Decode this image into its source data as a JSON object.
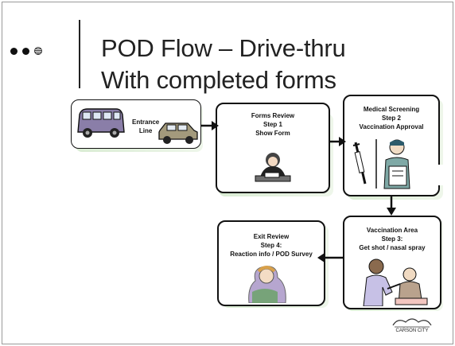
{
  "slide": {
    "title_line1": "POD Flow – Drive-thru",
    "title_line2": "With completed forms"
  },
  "steps": {
    "entrance": {
      "label_line1": "Entrance",
      "label_line2": "Line"
    },
    "forms_review": {
      "title": "Forms Review",
      "step": "Step 1",
      "desc": "Show Form"
    },
    "medical_screening": {
      "title": "Medical Screening",
      "step": "Step 2",
      "desc": "Vaccination Approval"
    },
    "vaccination_area": {
      "title": "Vaccination Area",
      "step": "Step 3:",
      "desc": "Get shot / nasal spray"
    },
    "exit_review": {
      "title": "Exit Review",
      "step": "Step 4:",
      "desc": "Reaction info / POD Survey"
    }
  },
  "logo": {
    "text": "CARSON CITY"
  },
  "colors": {
    "box_border": "#111111",
    "box_shadow": "#d9ecd3",
    "title_text": "#222222",
    "arrow": "#111111"
  },
  "icons": [
    "van-icon",
    "car-icon",
    "person-at-desk-icon",
    "syringe-icon",
    "doctor-icon",
    "nurse-icon",
    "patient-icon",
    "confused-person-icon",
    "logo-icon"
  ]
}
